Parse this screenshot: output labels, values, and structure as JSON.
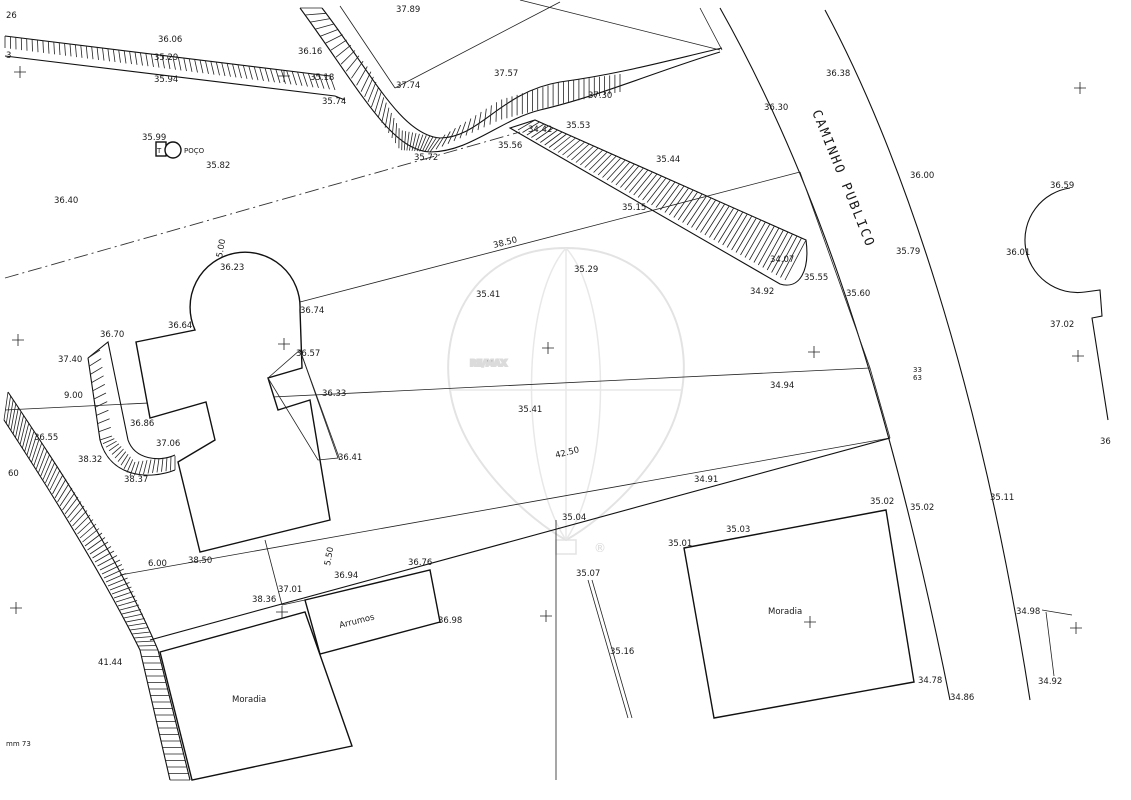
{
  "labels": {
    "road": "CAMINHO PUBLICO",
    "well": "POÇO",
    "well_mark": "T",
    "house_a": "Moradia",
    "house_b": "Moradia",
    "storage": "Arrumos",
    "corner_note": "mm 73",
    "watermark": "RE/MAX",
    "watermark_reg": "®"
  },
  "elevations": {
    "e1": "26",
    "e2": "37.89",
    "e3": "36.06",
    "e4": "35.29",
    "e5": "35.94",
    "e6": "36.16",
    "e7": "35.18",
    "e8": "35.74",
    "e9": "37.74",
    "e10": "37.57",
    "e11": "37.30",
    "e12": "36.38",
    "e13": "36.30",
    "e14": "35.99",
    "e15": "35.82",
    "e16": "35.72",
    "e17": "35.56",
    "e18": "34.42",
    "e19": "35.53",
    "e20": "35.44",
    "e21": "36.00",
    "e22": "36.59",
    "e23": "36.40",
    "e24": "35.15",
    "e25": "36.01",
    "e26": "36.23",
    "e27": "35.29",
    "e28": "35.79",
    "e29": "34.07",
    "e30": "35.55",
    "e31": "35.41",
    "e32": "34.92",
    "e33": "35.60",
    "e34": "36.74",
    "e35": "36.64",
    "e36": "37.02",
    "e37": "36.70",
    "e38": "36.57",
    "e39": "37.40",
    "e40": "36.33",
    "e41": "34.94",
    "e42": "35.41",
    "e43": "36.86",
    "e44": "37.06",
    "e45": "36.55",
    "e46": "36.41",
    "e47": "38.32",
    "e48": "38.37",
    "e49": "34.91",
    "e50": "35.02",
    "e51": "35.11",
    "e52": "35.02",
    "e53": "35.04",
    "e54": "35.03",
    "e55": "38.50",
    "e56": "35.01",
    "e57": "36.76",
    "e58": "36.94",
    "e59": "37.01",
    "e60": "35.07",
    "e61": "38.36",
    "e62": "36.98",
    "e63": "34.98",
    "e64": "35.16",
    "e65": "41.44",
    "e66": "34.78",
    "e67": "34.86",
    "e68": "34.92",
    "e69": "60",
    "e70": "36",
    "e71": "33",
    "e72": "63",
    "e73": "3"
  },
  "dimensions": {
    "d1": "5.00",
    "d2": "38.50",
    "d3": "9.00",
    "d4": "42.50",
    "d5": "6.00",
    "d6": "5.50"
  }
}
